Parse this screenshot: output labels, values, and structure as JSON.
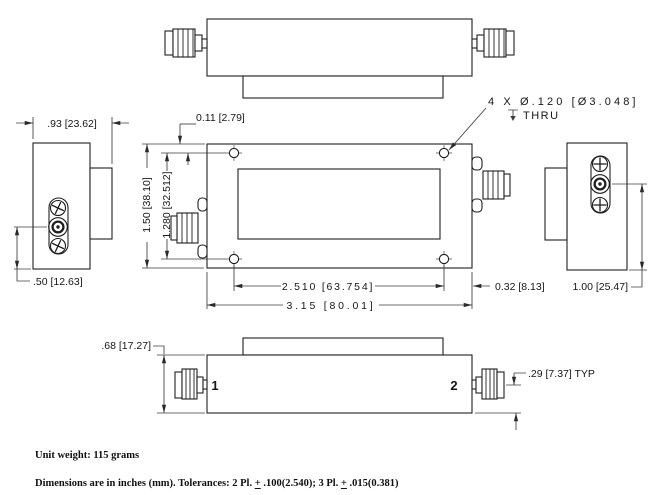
{
  "dimensions": {
    "side_width": ".93 [23.62]",
    "sma_center_from_bottom": ".50 [12.63]",
    "hole_offset_top": "0.11 [2.79]",
    "body_height": "1.50 [38.10]",
    "hole_spacing_vertical": "1.280 [32.512]",
    "hole_spacing_horizontal": "2.510 [63.754]",
    "body_length": "3.15 [80.01]",
    "hole_offset_side": "0.32 [8.13]",
    "side_height": "1.00 [25.47]",
    "body_thickness": ".68 [17.27]",
    "connector_offset": ".29 [7.37] TYP",
    "hole_callout": "4 X Ø.120 [Ø3.048]",
    "hole_callout_thru": "THRU"
  },
  "ports": {
    "port1": "1",
    "port2": "2"
  },
  "notes": {
    "unit_weight": "Unit weight: 115 grams",
    "tolerance_prefix": "Dimensions are in inches (mm). Tolerances: 2 Pl. ",
    "tolerance_pm1": "+",
    "tolerance_mid": " .100(2.540); 3 Pl. ",
    "tolerance_pm2": "+",
    "tolerance_suffix": " .015(0.381)"
  }
}
